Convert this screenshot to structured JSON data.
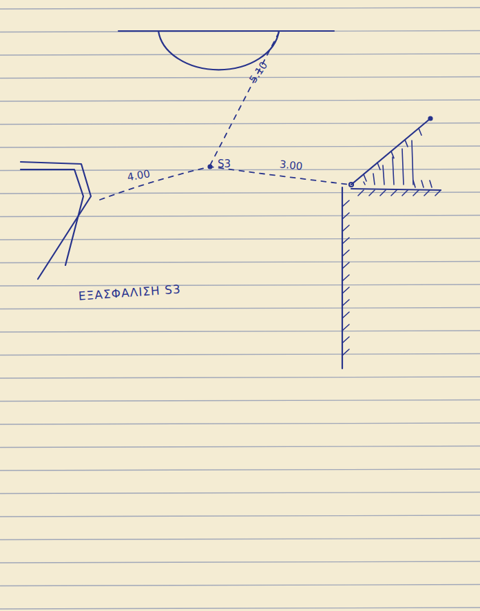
{
  "diagram": {
    "labels": [
      "5.10",
      "S3",
      "4.00",
      "3.00",
      "ΕΞΑΣΦΑΛΙΣΗ S3"
    ]
  }
}
